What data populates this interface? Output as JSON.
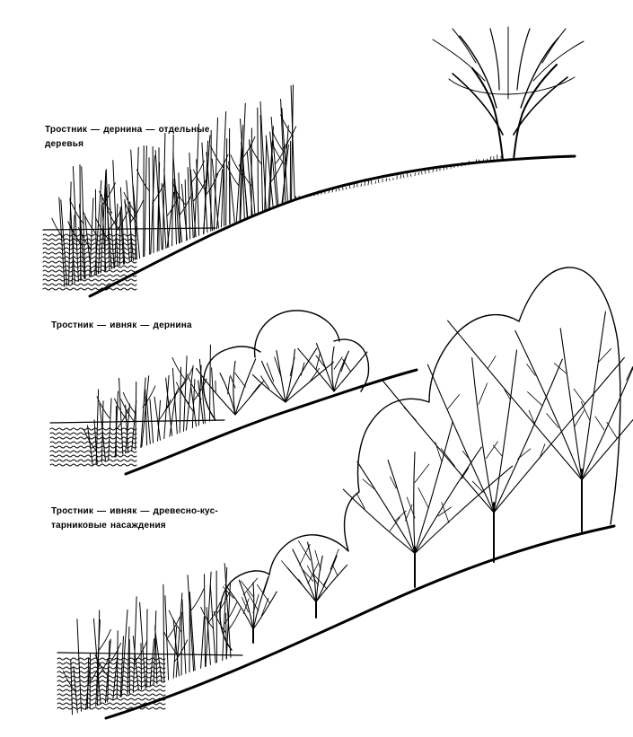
{
  "panels": [
    {
      "id": "reed-sod-trees",
      "label_line1": "Тростник — дернина — отдельные",
      "label_line2": "деревья"
    },
    {
      "id": "reed-willow-sod",
      "label_line1": "Тростник — ивняк — дернина",
      "label_line2": ""
    },
    {
      "id": "reed-willow-woodland",
      "label_line1": "Тростник — ивняк — древесно-кус-",
      "label_line2": "тарниковые насаждения"
    }
  ],
  "colors": {
    "ink": "#000000",
    "background": "#ffffff"
  },
  "icons": [
    "reed-icon",
    "willow-shrub-icon",
    "tree-icon",
    "water-icon"
  ]
}
